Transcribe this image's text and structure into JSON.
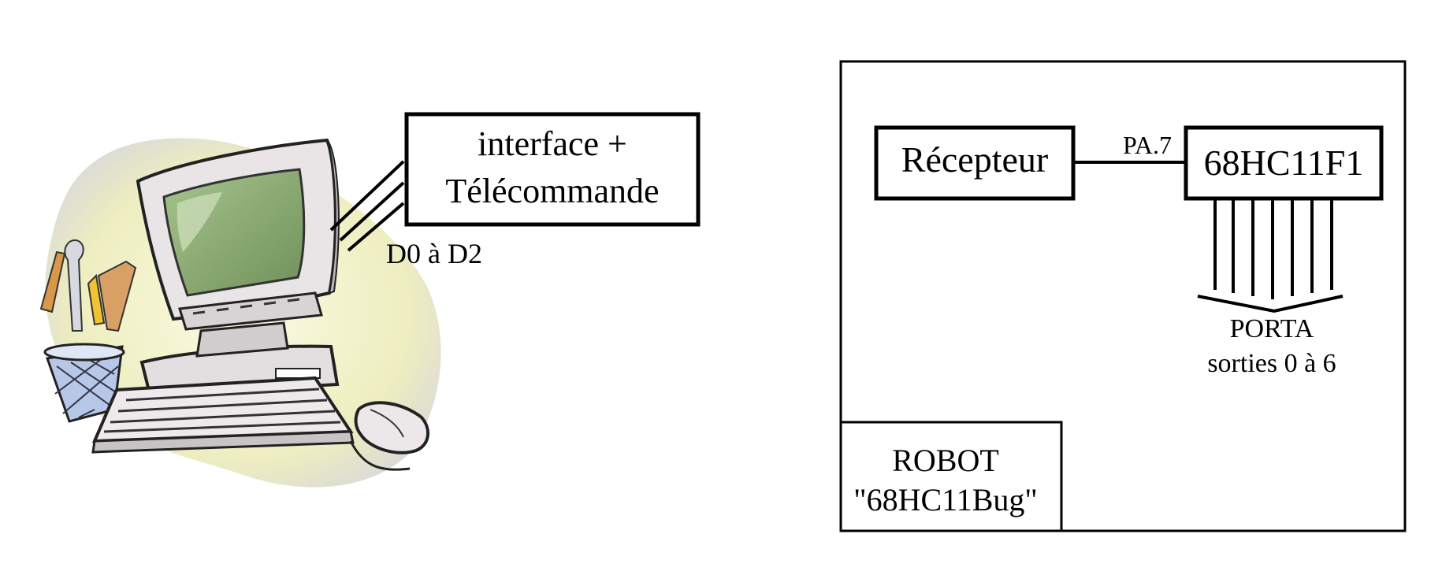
{
  "computer": {
    "illustration": "computer-clipart",
    "icons": [
      "monitor-icon",
      "keyboard-icon",
      "mouse-icon",
      "pen-cup-icon"
    ]
  },
  "interface_box": {
    "line1": "interface +",
    "line2": "Télécommande"
  },
  "bus_label": "D0 à D2",
  "robot": {
    "receiver_label": "Récepteur",
    "link_label": "PA.7",
    "mcu_label": "68HC11F1",
    "port_label": "PORTA",
    "outputs_label": "sorties 0 à 6",
    "name_line1": "ROBOT",
    "name_line2": "\"68HC11Bug\""
  },
  "colors": {
    "line": "#000000",
    "screen": "#8fb077",
    "blob": "#f3f2c6",
    "case": "#e6e2e3"
  }
}
